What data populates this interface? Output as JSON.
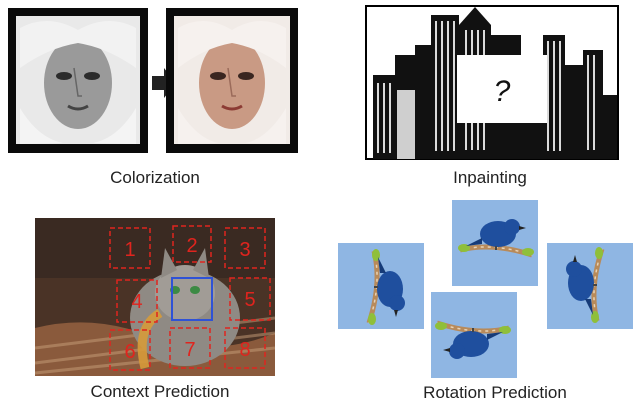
{
  "panels": {
    "colorization": {
      "caption": "Colorization",
      "colors": {
        "frame": "#0a0a0a",
        "gray_face": "#8f8f8f",
        "color_face": "#c79a85",
        "arrow": "#222222"
      }
    },
    "inpainting": {
      "caption": "Inpainting",
      "mask_symbol": "?",
      "colors": {
        "frame": "#000000",
        "buildings": "#111111",
        "mask": "#ffffff"
      }
    },
    "context_prediction": {
      "caption": "Context Prediction",
      "patch_labels": [
        "1",
        "2",
        "3",
        "4",
        "5",
        "6",
        "7",
        "8"
      ],
      "colors": {
        "patch_border": "#e0241e",
        "center_patch_border": "#2f52d6",
        "photo_background": "#5a3b2a"
      }
    },
    "rotation_prediction": {
      "caption": "Rotation Prediction",
      "rotations": [
        "0°",
        "90°",
        "180°",
        "270°"
      ],
      "colors": {
        "sky": "#8fb6e3",
        "bird": "#1f4f9e",
        "branch": "#b88a5a"
      }
    }
  }
}
